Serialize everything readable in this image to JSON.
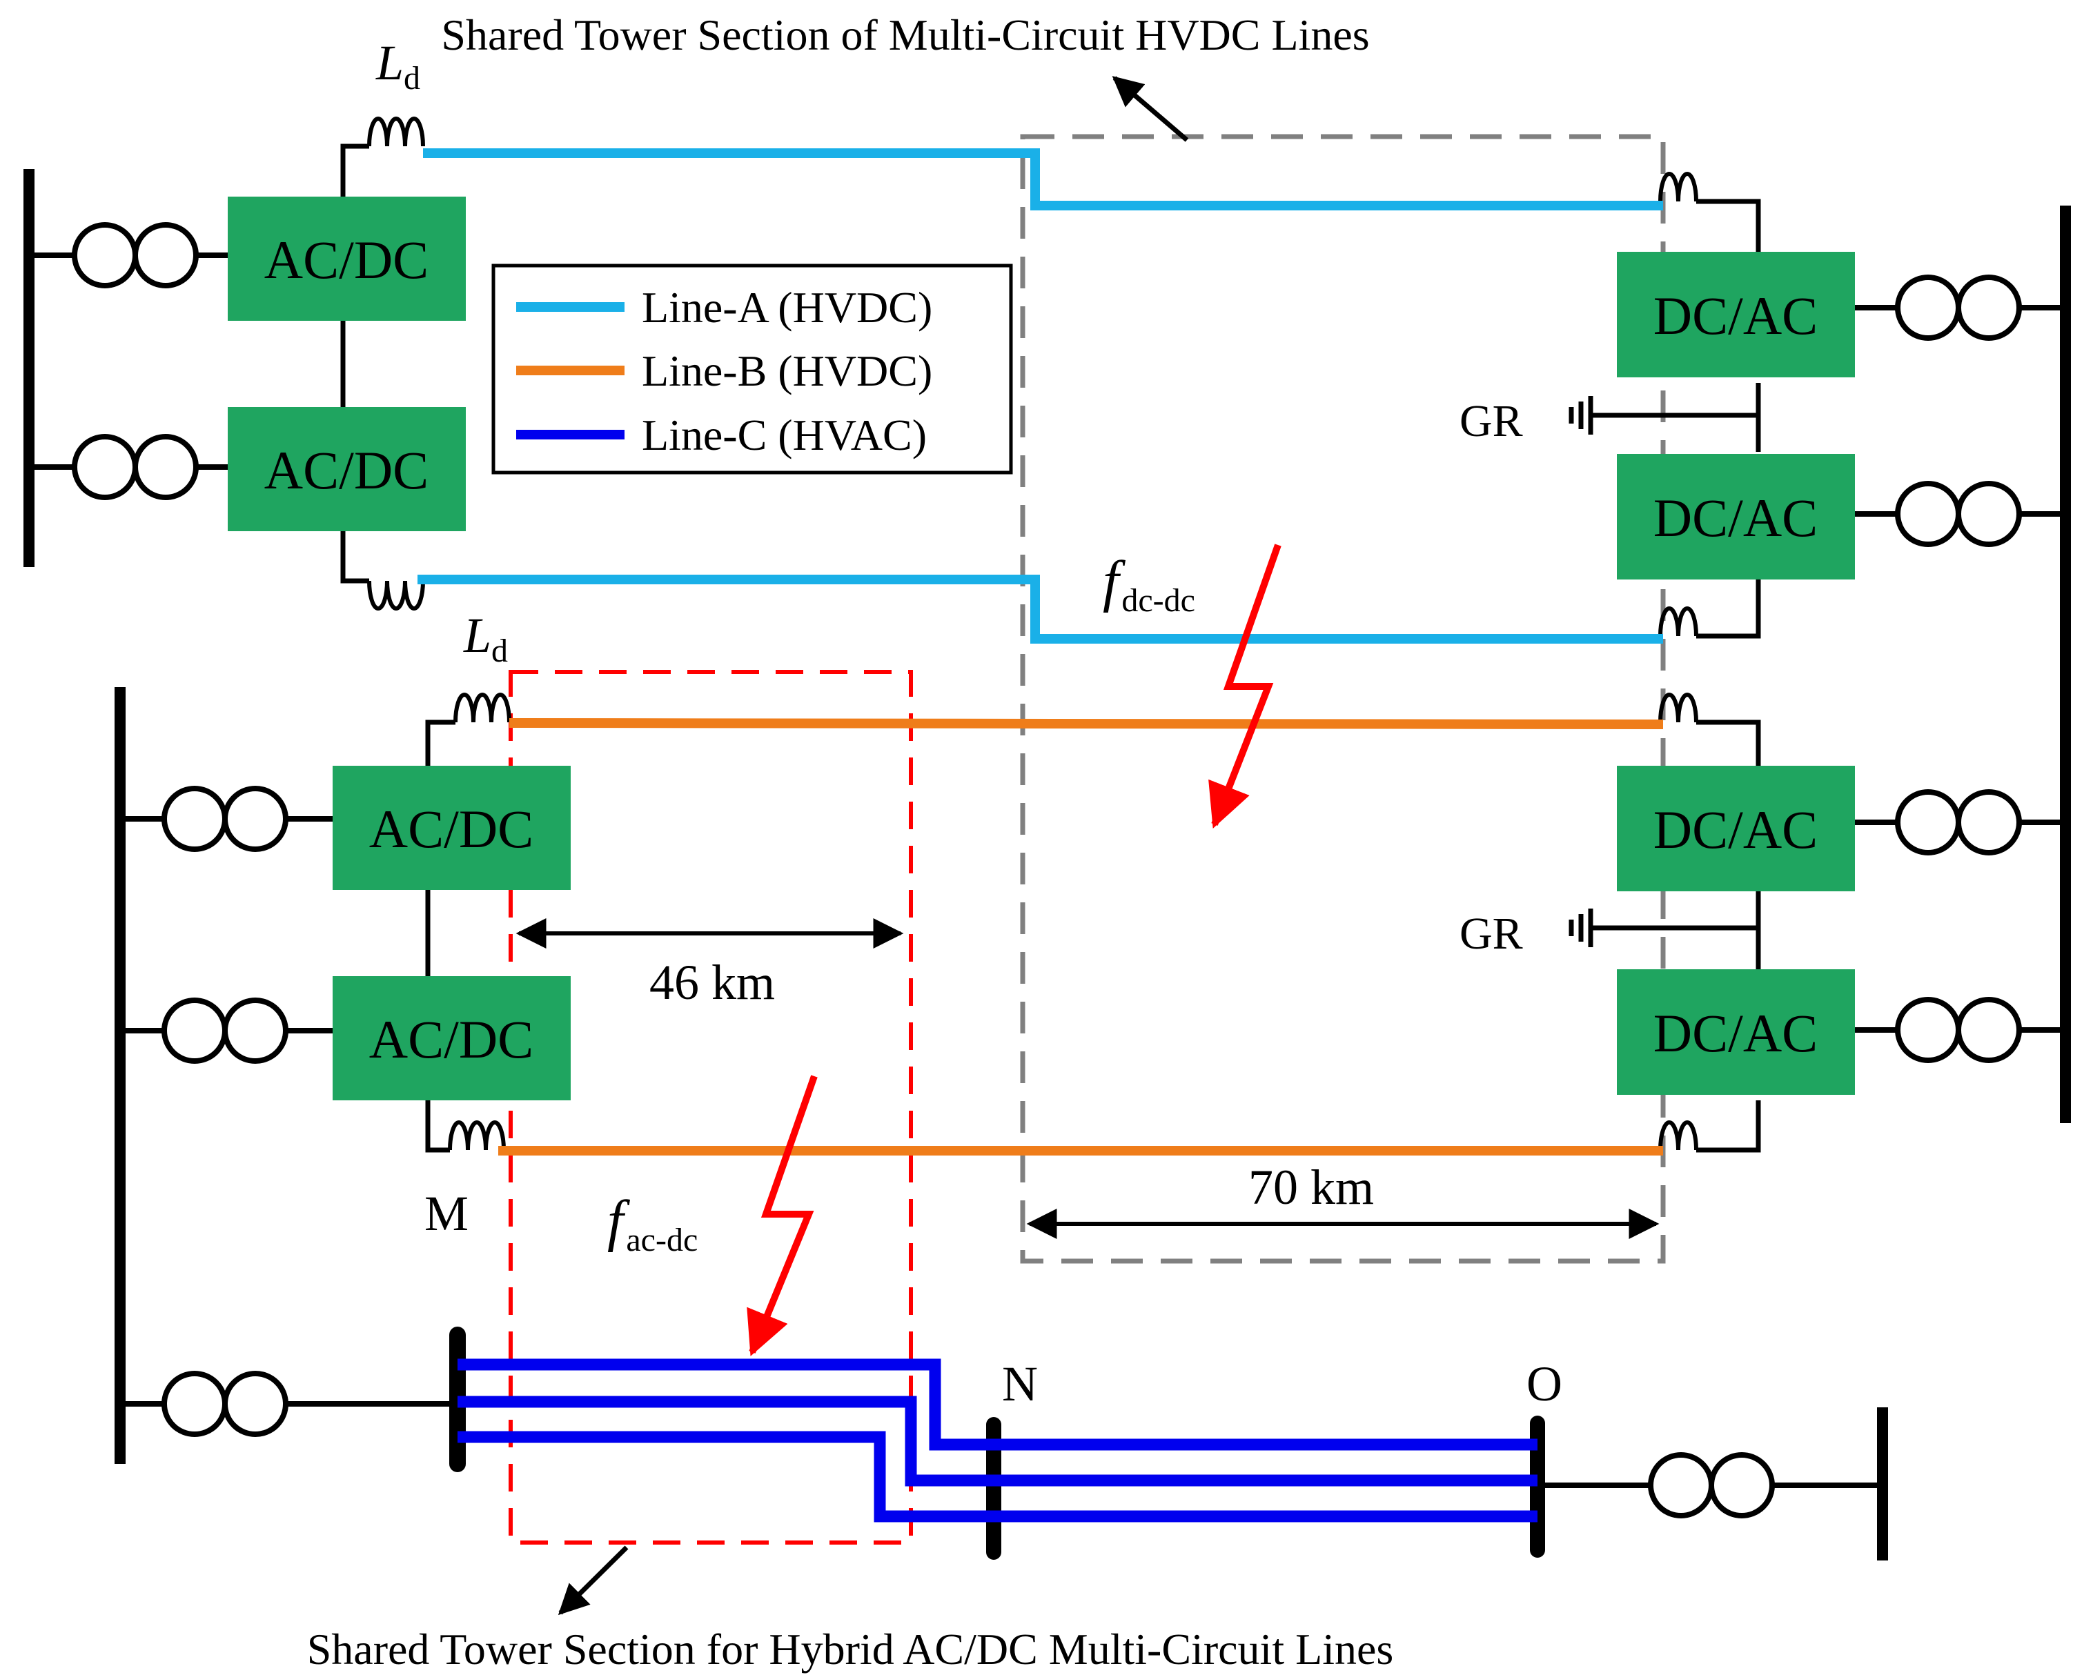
{
  "annotations": {
    "top_title": "Shared Tower Section of Multi-Circuit HVDC Lines",
    "bottom_title": "Shared Tower Section for Hybrid AC/DC Multi-Circuit Lines"
  },
  "converters": {
    "rectifier_label": "AC/DC",
    "inverter_label": "DC/AC"
  },
  "legend": {
    "line_a": "Line-A (HVDC)",
    "line_b": "Line-B (HVDC)",
    "line_c": "Line-C (HVAC)"
  },
  "labels": {
    "inductor_main": "L",
    "inductor_sub": "d",
    "ground": "GR",
    "fault_dc_main": "f",
    "fault_dc_sub": "dc-dc",
    "fault_ac_main": "f",
    "fault_ac_sub": "ac-dc",
    "dist_46": "46 km",
    "dist_70": "70 km",
    "node_m": "M",
    "node_n": "N",
    "node_o": "O"
  },
  "colors": {
    "line_a": "#1ab0e8",
    "line_b": "#ef7d1a",
    "line_c": "#0000ee",
    "converter": "#1fa560",
    "fault": "#ff0000",
    "shared_hvdc_box": "#808080",
    "shared_hybrid_box": "#ff0000"
  }
}
